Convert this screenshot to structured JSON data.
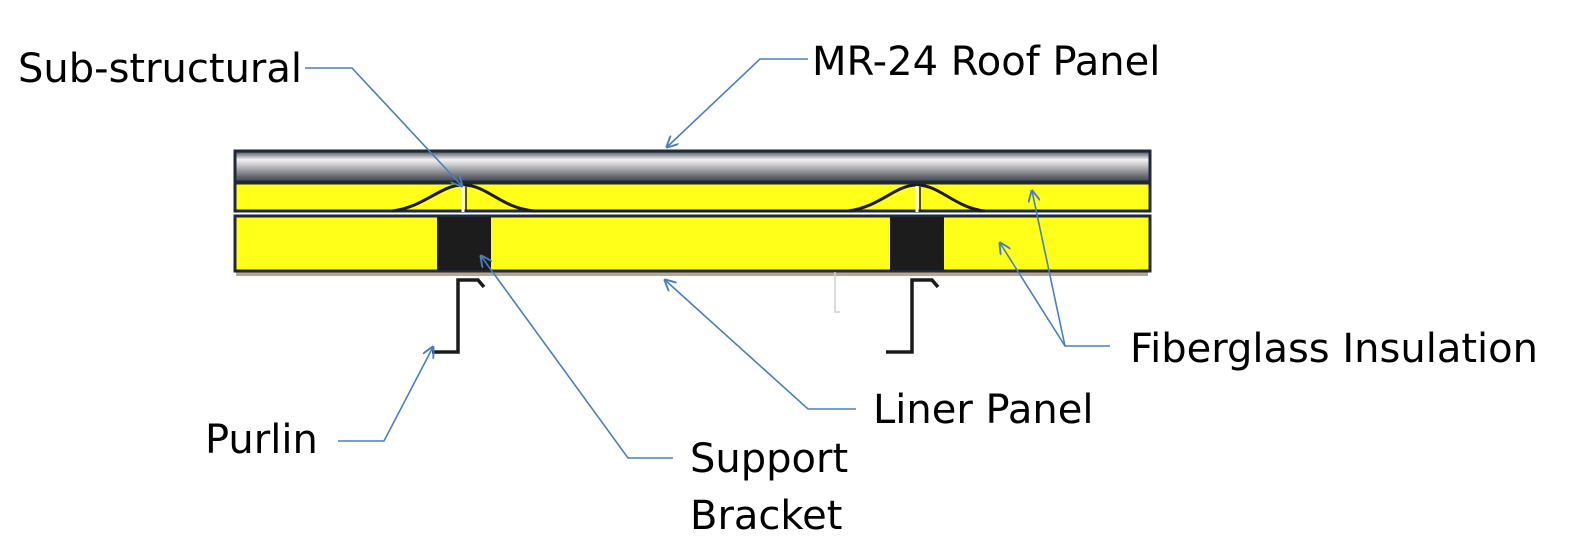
{
  "labels": {
    "sub_structural": "Sub-structural",
    "roof_panel": "MR-24 Roof Panel",
    "fiberglass_insulation": "Fiberglass Insulation",
    "liner_panel": "Liner Panel",
    "purlin": "Purlin",
    "support_bracket_line1": "Support",
    "support_bracket_line2": "Bracket"
  },
  "colors": {
    "leader": "#4a7ebb",
    "insulation": "#ffff1a",
    "outline": "#1f2a36",
    "bracket": "#1c1c1c",
    "liner": "#b9a88a"
  }
}
